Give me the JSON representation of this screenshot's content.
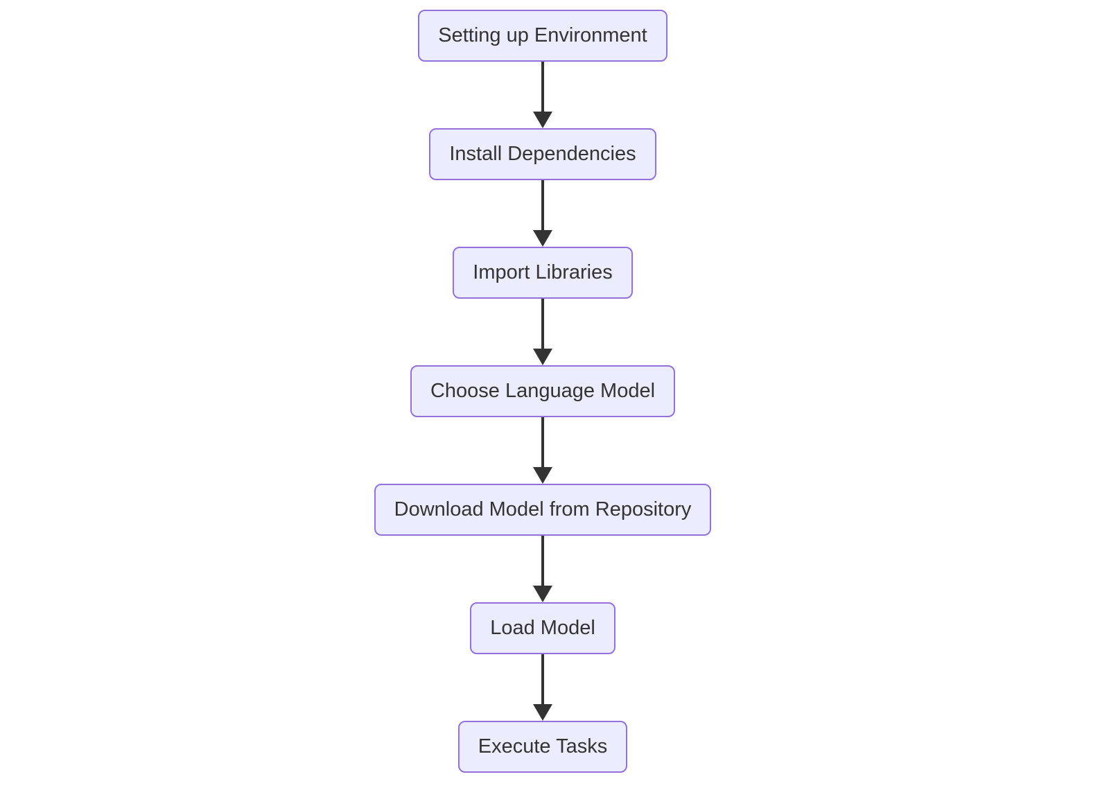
{
  "diagram": {
    "type": "flowchart",
    "direction": "top-down",
    "nodes": [
      {
        "id": "setting-up-environment",
        "label": "Setting up Environment"
      },
      {
        "id": "install-dependencies",
        "label": "Install Dependencies"
      },
      {
        "id": "import-libraries",
        "label": "Import Libraries"
      },
      {
        "id": "choose-language-model",
        "label": "Choose Language Model"
      },
      {
        "id": "download-model-from-repository",
        "label": "Download Model from Repository"
      },
      {
        "id": "load-model",
        "label": "Load Model"
      },
      {
        "id": "execute-tasks",
        "label": "Execute Tasks"
      }
    ],
    "edges": [
      {
        "from": "setting-up-environment",
        "to": "install-dependencies"
      },
      {
        "from": "install-dependencies",
        "to": "import-libraries"
      },
      {
        "from": "import-libraries",
        "to": "choose-language-model"
      },
      {
        "from": "choose-language-model",
        "to": "download-model-from-repository"
      },
      {
        "from": "download-model-from-repository",
        "to": "load-model"
      },
      {
        "from": "load-model",
        "to": "execute-tasks"
      }
    ],
    "colors": {
      "node_fill": "#ECECFF",
      "node_border": "#9370DB",
      "node_text": "#333333",
      "edge": "#333333"
    }
  }
}
